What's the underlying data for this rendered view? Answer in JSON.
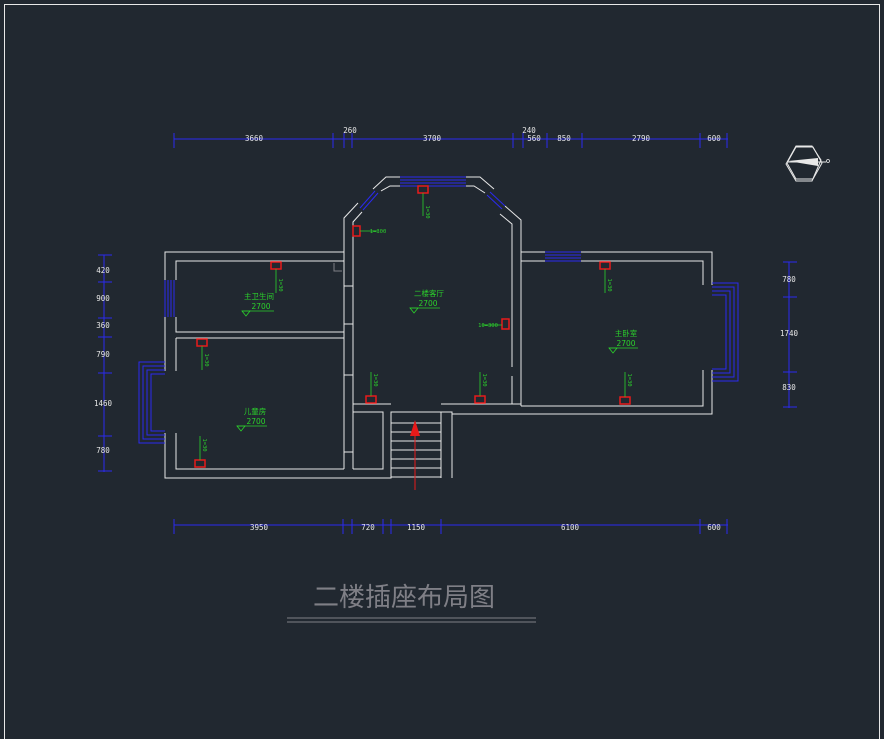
{
  "drawing": {
    "title": "二楼插座布局图",
    "top_dimensions": [
      "3660",
      "260",
      "3700",
      "240",
      "560",
      "850",
      "2790",
      "600"
    ],
    "bottom_dimensions": [
      "3950",
      "720",
      "1150",
      "6100",
      "600"
    ],
    "left_dimensions": [
      "420",
      "900",
      "360",
      "790",
      "1460",
      "780"
    ],
    "right_dimensions": [
      "780",
      "1740",
      "830"
    ],
    "rooms": [
      {
        "name": "主卫生间",
        "level": "2700"
      },
      {
        "name": "二楼客厅",
        "level": "2700"
      },
      {
        "name": "儿童房",
        "level": "2700"
      },
      {
        "name": "主卧室",
        "level": "2700"
      }
    ],
    "outlet_labels": [
      "1=300",
      "10=300",
      "1=30",
      "1=30",
      "1=30",
      "1=30",
      "1=30",
      "1=30",
      "1=30",
      "1=30"
    ],
    "colors": {
      "background": "#212830",
      "wall": "#e8e8e8",
      "window": "#2a2af0",
      "dimension": "#2a2af0",
      "text_green": "#2bd12b",
      "outlet_red": "#e81a1a",
      "title": "#7f7f86"
    },
    "icons": [
      "north-arrow-icon",
      "outlet-icon",
      "stair-arrow-icon"
    ]
  }
}
